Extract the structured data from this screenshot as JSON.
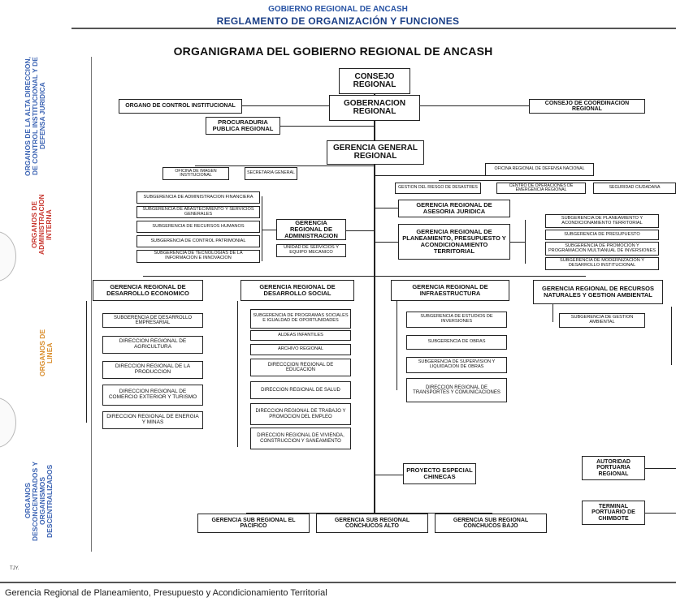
{
  "header": {
    "line1": "GOBIERNO REGIONAL DE ANCASH",
    "line2": "REGLAMENTO DE ORGANIZACIÓN Y FUNCIONES"
  },
  "title": "ORGANIGRAMA DEL GOBIERNO REGIONAL DE ANCASH",
  "side_labels": {
    "alta_direccion": "ORGANOS DE LA ALTA DIRECCION, DE CONTROL INSTITUCIONAL Y DE DEFENSA JURIDICA",
    "administracion": "ORGANOS DE ADMINISTRACION INTERNA",
    "linea": "ORGANOS DE LINEA",
    "desconcentrados": "ORGANOS DESCONCENTRADOS Y ORGANISMOS DESCENTRALIZADOS"
  },
  "top": {
    "consejo": "CONSEJO REGIONAL",
    "gobernacion": "GOBERNACION REGIONAL",
    "control": "ORGANO DE CONTROL INSTITUCIONAL",
    "coordinacion": "CONSEJO DE COORDINACION REGIONAL",
    "procuraduria": "PROCURADURIA PUBLICA REGIONAL",
    "gerencia_general": "GERENCIA GENERAL REGIONAL",
    "imagen": "OFICINA DE IMAGEN INSTITUCIONAL",
    "secretaria": "SECRETARIA GENERAL",
    "defensa_nacional": "OFICINA REGIONAL DE DEFENSA NACIONAL",
    "riesgo": "GESTION DEL RIESGO DE DESASTRES",
    "centro_emergencia": "CENTRO DE OPERACIONES DE EMERGENCIA REGIONAL",
    "seguridad": "SEGURIDAD CIUDADANA"
  },
  "administracion": {
    "gerencia": "GERENCIA REGIONAL DE ADMINISTRACION",
    "subs": [
      "SUBGERENCIA DE ADMINISTRACION FINANCIERA",
      "SUBGERENCIA DE ABASTECIMIENTO Y SERVICIOS GENERALES",
      "SUBGERENCIA DE RECURSOS HUMANOS",
      "SUBGERENCIA DE CONTROL PATRIMONIAL",
      "SUBGERENCIA DE TECNOLOGIAS DE LA INFORMACION E INNOVACION"
    ],
    "unidad": "UNIDAD DE SERVICIOS Y EQUIPO MECANICO"
  },
  "asesoria": "GERENCIA REGIONAL DE ASESORIA JURIDICA",
  "planeamiento": {
    "gerencia": "GERENCIA REGIONAL DE PLANEAMIENTO, PRESUPUESTO Y ACONDICIONAMIENTO TERRITORIAL",
    "subs": [
      "SUBGERENCIA DE PLANEAMIENTO Y ACONDICIONAMIENTO TERRITORIAL",
      "SUBGERENCIA DE PRESUPUESTO",
      "SUBGERENCIA DE PROMOCION Y PROGRAMACION MULTIANUAL DE INVERSIONES",
      "SUBGERENCIA DE MODERNIZACION Y DESARROLLO INSTITUCIONAL"
    ]
  },
  "economico": {
    "gerencia": "GERENCIA REGIONAL DE DESARROLLO ECONOMICO",
    "subs": [
      "SUBGERENCIA DE DESARROLLO EMPRESARIAL",
      "DIRECCION REGIONAL DE AGRICULTURA",
      "DIRECCION REGIONAL DE LA PRODUCCION",
      "DIRECCION REGIONAL DE COMERCIO EXTERIOR Y TURISMO",
      "DIRECCION REGIONAL DE ENERGIA Y MINAS"
    ]
  },
  "social": {
    "gerencia": "GERENCIA REGIONAL DE DESARROLLO SOCIAL",
    "subs": [
      "SUBGERENCIA DE PROGRAMAS SOCIALES E IGUALDAD DE OPORTUNIDADES",
      "ALDEAS INFANTILES",
      "ARCHIVO REGIONAL",
      "DIRECCCION REGIONAL DE EDUCACION",
      "DIRECCION REGIONAL DE SALUD",
      "DIRECCION REGIONAL DE TRABAJO Y PROMOCION DEL EMPLEO",
      "DIRECCION REGIONAL DE VIVIENDA, CONSTRUCCION Y SANEAMIENTO"
    ]
  },
  "infraestructura": {
    "gerencia": "GERENCIA REGIONAL DE INFRAESTRUCTURA",
    "subs": [
      "SUBGERENCIA DE ESTUDIOS DE INVERSIONES",
      "SUBGERENCIA DE OBRAS",
      "SUBGERENCIA DE SUPERVISION Y LIQUIDACION DE OBRAS",
      "DIRECCION REGIONAL DE TRANSPORTES Y COMUNICACIONES"
    ]
  },
  "ambiental": {
    "gerencia": "GERENCIA REGIONAL DE RECURSOS NATURALES Y GESTION AMBIENTAL",
    "subs": [
      "SUBGERENCIA DE GESTION AMBIENTAL"
    ]
  },
  "desconcentrados": {
    "chinecas": "PROYECTO ESPECIAL CHINECAS",
    "autoridad": "AUTORIDAD PORTUARIA REGIONAL",
    "terminal": "TERMINAL PORTUARIO DE CHIMBOTE",
    "sub_regionales": [
      "GERENCIA SUB REGIONAL EL PACIFICO",
      "GERENCIA SUB REGIONAL CONCHUCOS ALTO",
      "GERENCIA SUB REGIONAL CONCHUCOS BAJO"
    ]
  },
  "tjy": "TJY.",
  "footer": "Gerencia Regional de Planeamiento, Presupuesto y Acondicionamiento Territorial"
}
